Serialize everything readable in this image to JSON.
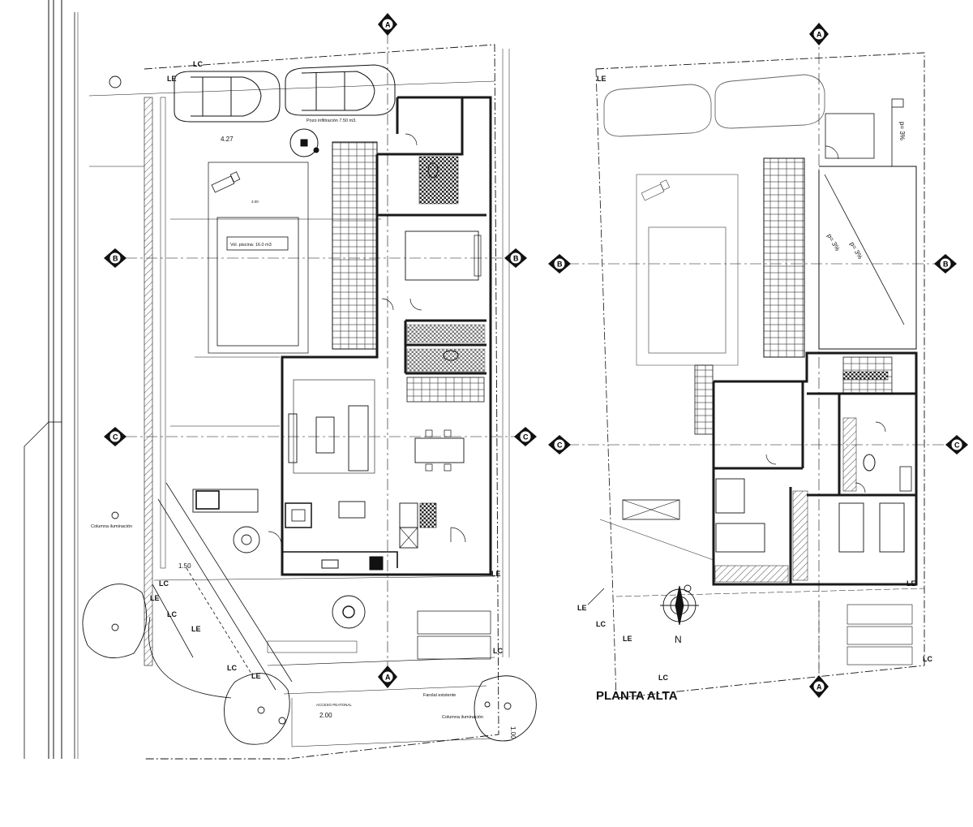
{
  "sheet": {
    "upper_floor_title": "PLANTA ALTA",
    "north_label": "N"
  },
  "section_markers": {
    "a": "A",
    "b": "B",
    "c": "C"
  },
  "line_markers": {
    "lc": "LC",
    "le": "LE"
  },
  "ground_floor": {
    "pool_volume": "Vol. piscina: 16.0 m3",
    "infiltration_well": "Pozo infiltración 7.50 m3.",
    "column_lighting_1": "Columna iluminación",
    "column_lighting_2": "Columna iluminación",
    "access_label": "ACCESO PEATONAL",
    "existing_lamp": "Farolal existente",
    "dim_4_27": "4.27",
    "dim_1_50": "1.50",
    "dim_1_00": "1.00",
    "dim_2_00": "2.00",
    "dim_3_00": "3.00"
  },
  "upper_floor": {
    "slope_1": "p= 3%",
    "slope_2": "p= 3%",
    "slope_3": "p= 3%"
  },
  "colors": {
    "line": "#111111",
    "wall": "#1a1a1a",
    "hatch": "#555555",
    "paper": "#ffffff"
  }
}
